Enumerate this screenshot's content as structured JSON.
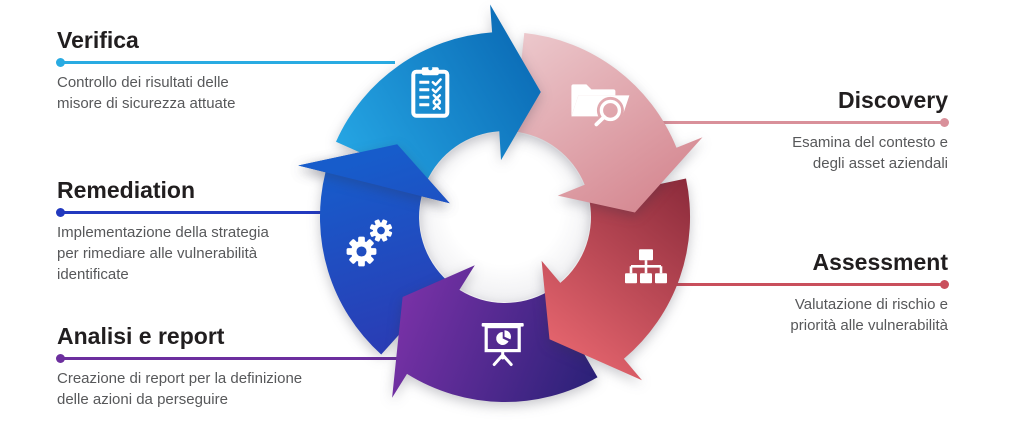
{
  "diagram": {
    "type": "cycle",
    "direction": "clockwise",
    "stages": [
      {
        "label": "Verifica",
        "description": "Controllo dei risultati delle\nmisore di sicurezza attuate",
        "icon": "clipboard-checklist-icon",
        "side": "left",
        "line_color": "#29ABE2",
        "segment_gradient": [
          "#25A5E3",
          "#0C6EB8"
        ]
      },
      {
        "label": "Discovery",
        "description": "Esamina del contesto e\ndegli asset aziendali",
        "icon": "folder-search-icon",
        "side": "right",
        "line_color": "#D9909A",
        "segment_gradient": [
          "#ECC8CC",
          "#D68A93"
        ]
      },
      {
        "label": "Assessment",
        "description": "Valutazione di rischio e\npriorità alle vulnerabilità",
        "icon": "sitemap-icon",
        "side": "right",
        "line_color": "#C94F5C",
        "segment_gradient": [
          "#8C2B3B",
          "#E2636C"
        ]
      },
      {
        "label": "Analisi e report",
        "description": "Creazione di report per la definizione\ndelle azioni da perseguire",
        "icon": "presentation-chart-icon",
        "side": "left",
        "line_color": "#6C2F9E",
        "segment_gradient": [
          "#2B2178",
          "#7B32A8"
        ]
      },
      {
        "label": "Remediation",
        "description": "Implementazione della strategia\nper rimediare alle vulnerabilità\nidentificate",
        "icon": "gears-icon",
        "side": "left",
        "line_color": "#2239BF",
        "segment_gradient": [
          "#2A3CB4",
          "#175CCB"
        ]
      }
    ]
  }
}
